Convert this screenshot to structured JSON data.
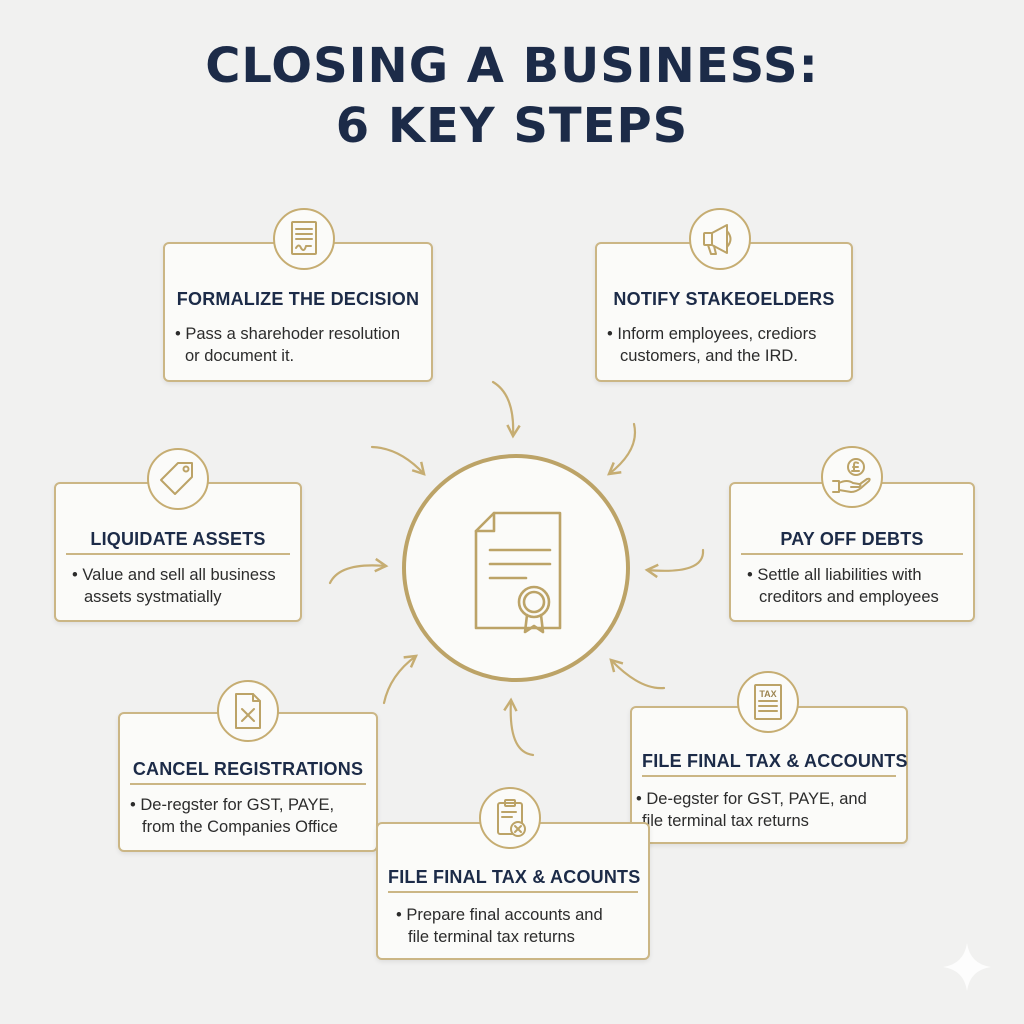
{
  "title": {
    "line1": "CLOSING A BUSINESS:",
    "line2": "6 KEY STEPS"
  },
  "colors": {
    "navy": "#1c2b48",
    "gold": "#c6ad72",
    "background": "#f1f1f0"
  },
  "center": {
    "icon": "certificate-document-icon"
  },
  "steps": [
    {
      "heading": "FORMALIZE THE DECISION",
      "icon": "document-signature-icon",
      "lines": [
        "• Pass a sharehoder resolution",
        "or document it."
      ]
    },
    {
      "heading": "NOTIFY STAKEOELDERS",
      "icon": "megaphone-icon",
      "lines": [
        "• Inform employees, crediors",
        "customers, and the IRD."
      ]
    },
    {
      "heading": "LIQUIDATE ASSETS",
      "icon": "price-tag-icon",
      "lines": [
        "• Value and sell all business",
        "assets systmatially"
      ]
    },
    {
      "heading": "PAY OFF DEBTS",
      "icon": "hand-coin-icon",
      "lines": [
        "• Settle all liabilities with",
        "creditors and employees"
      ]
    },
    {
      "heading": "CANCEL REGISTRATIONS",
      "icon": "document-cancel-icon",
      "lines": [
        "• De-regster for GST, PAYE,",
        "from the Companies Office"
      ]
    },
    {
      "heading": "FILE FINAL TAX & ACCOUNTS",
      "icon": "tax-form-icon",
      "badge_text": "TAX",
      "lines": [
        "• De-еgster for GST, PAYE, and",
        "file terminal tax returns"
      ]
    },
    {
      "heading": "FILE FINAL TAX & ACOUNTS",
      "icon": "clipboard-cancel-icon",
      "lines": [
        "• Prepare final accounts and",
        "file terminal tax returns"
      ]
    }
  ]
}
